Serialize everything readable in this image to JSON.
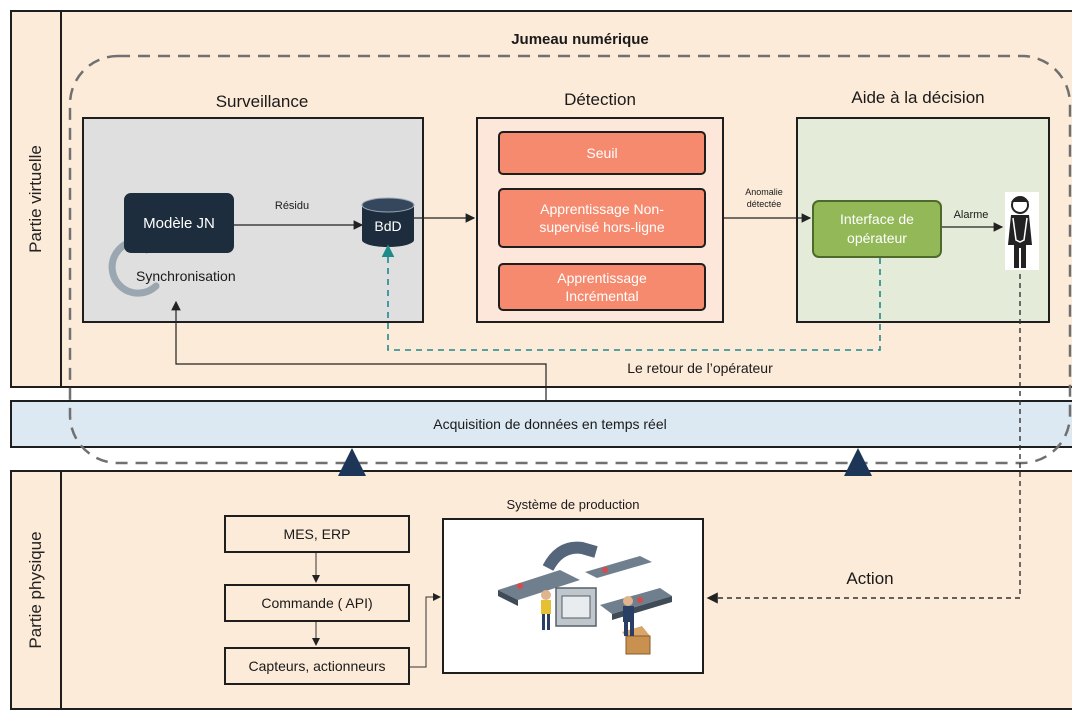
{
  "title": "Jumeau numérique",
  "bands": {
    "virtual": "Partie virtuelle",
    "physical": "Partie physique",
    "acquisition": "Acquisition de données en temps réel"
  },
  "surveillance": {
    "title": "Surveillance",
    "model": "Modèle JN",
    "residu": "Résidu",
    "db": "BdD",
    "sync": "Synchronisation"
  },
  "detection": {
    "title": "Détection",
    "methods": [
      "Seuil",
      "Apprentissage Non-supervisé hors-ligne",
      "Apprentissage Incrémental"
    ],
    "anomaly": "Anomalie détectée"
  },
  "aide": {
    "title": "Aide à la décision",
    "interface": "Interface de opérateur",
    "alarm": "Alarme"
  },
  "feedback": "Le retour de l’opérateur",
  "physical": {
    "mes": "MES, ERP",
    "commande": "Commande ( API)",
    "capteurs": "Capteurs, actionneurs",
    "production": "Système de production",
    "action": "Action"
  }
}
